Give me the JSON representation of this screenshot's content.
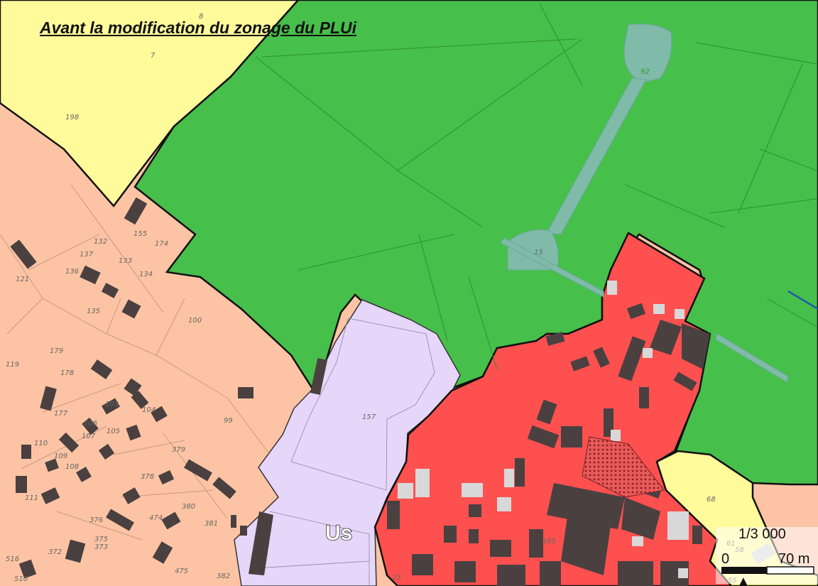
{
  "map": {
    "title": "Avant la modification du zonage du PLUi",
    "zone_label": "Us",
    "scale_ratio": "1/3 000",
    "scale_start": "0",
    "scale_end": "70 m",
    "colors": {
      "yellow_zone": "#fffa9a",
      "peach_zone": "#fcc4a4",
      "green_zone": "#47bf4b",
      "lavender_zone": "#e6d6fa",
      "red_zone": "#ff5050",
      "road_teal": "#7fbba8",
      "building": "#4a4040"
    },
    "parcels": {
      "p8": "8",
      "p7": "7",
      "p198": "198",
      "p92": "92",
      "p155": "155",
      "p174": "174",
      "p132": "132",
      "p137": "137",
      "p133": "133",
      "p134": "134",
      "p136": "136",
      "p121": "121",
      "p135": "135",
      "p100": "100",
      "p179": "179",
      "p119": "119",
      "p178": "178",
      "p99": "99",
      "p157": "157",
      "p177": "177",
      "p103": "103",
      "p104": "104",
      "p106": "106",
      "p105": "105",
      "p107": "107",
      "p110": "110",
      "p109": "109",
      "p108": "108",
      "p379": "379",
      "p378": "378",
      "p111": "111",
      "p380": "380",
      "p474": "474",
      "p376": "376",
      "p381": "381",
      "p375": "375",
      "p373": "373",
      "p372": "372",
      "p475": "475",
      "p382": "382",
      "p516": "516",
      "p510": "510",
      "p25": "25",
      "p68": "68",
      "p58": "58",
      "p61": "61",
      "p185": "185",
      "p15": "15",
      "p55": "55"
    }
  }
}
